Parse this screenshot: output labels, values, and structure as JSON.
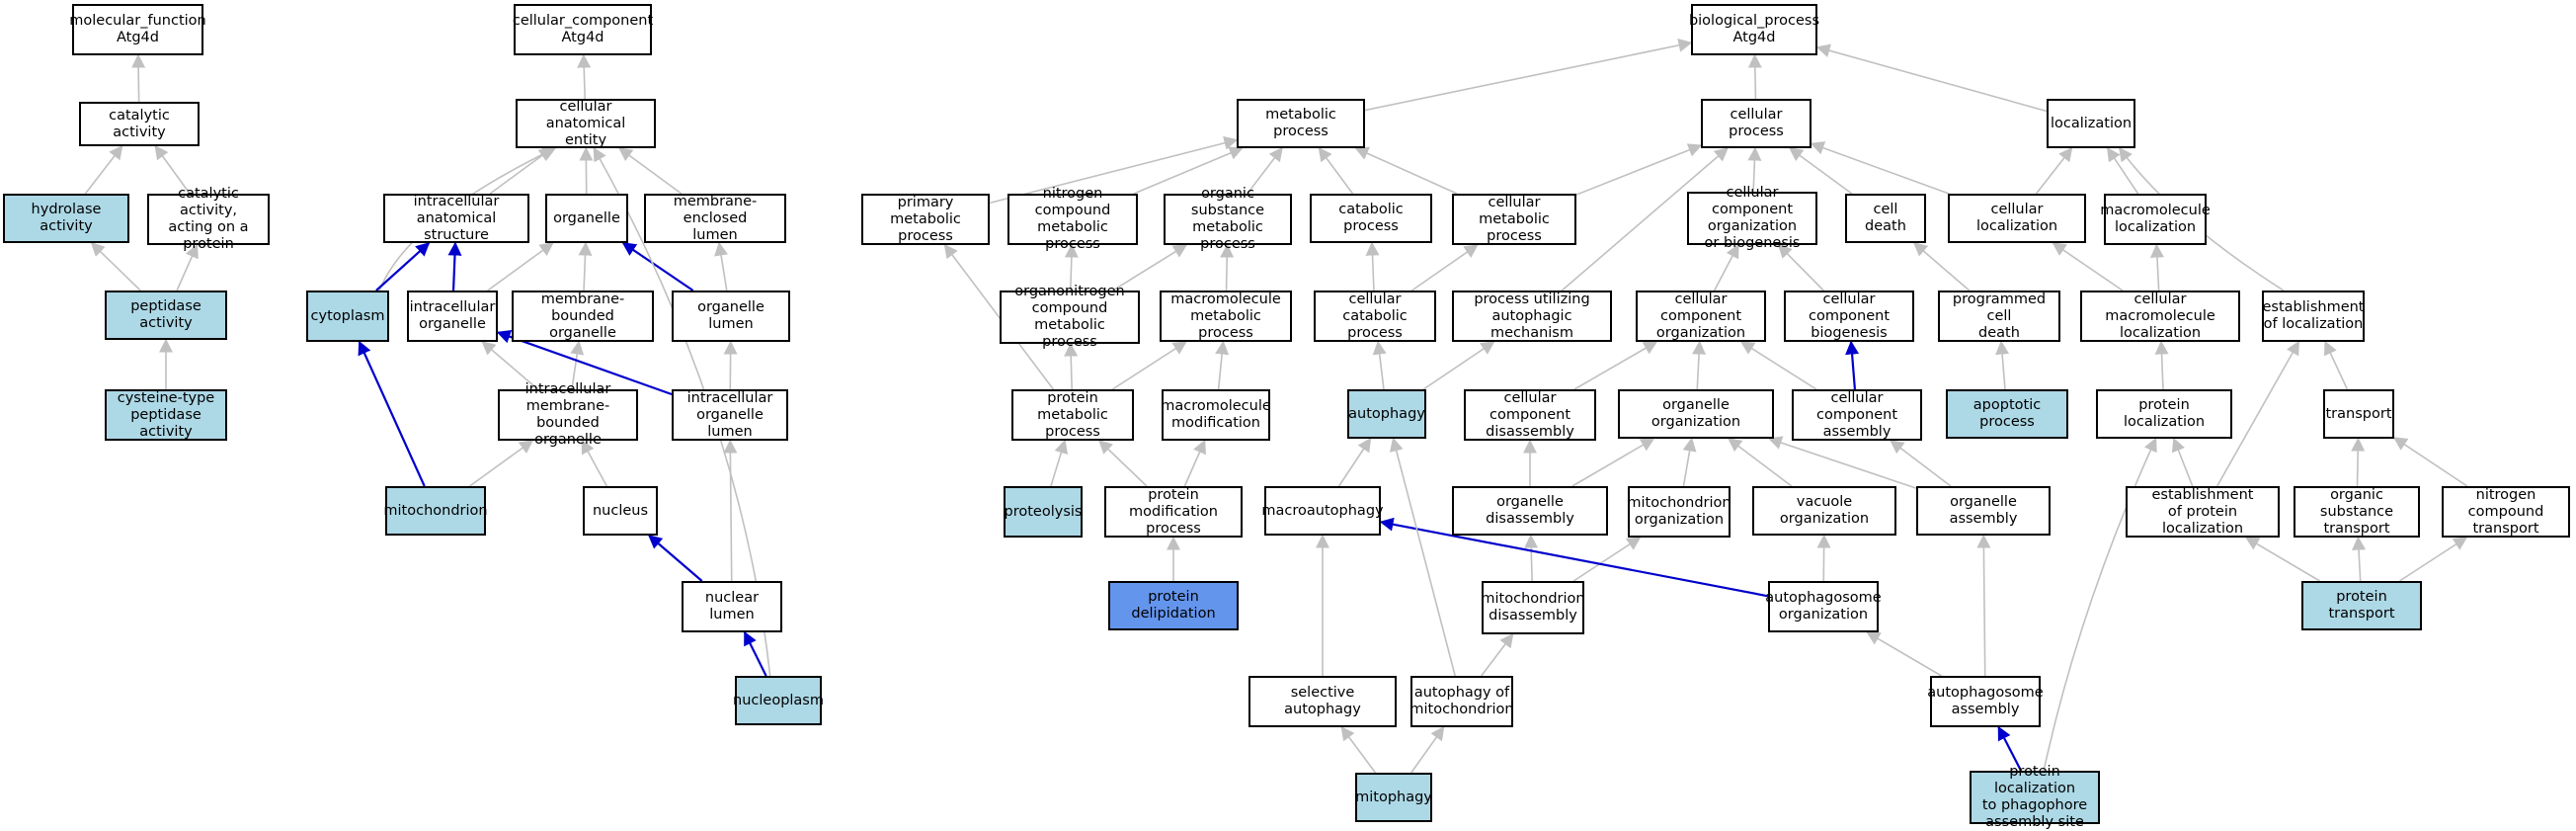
{
  "colors": {
    "edge_default": "#c0c0c0",
    "edge_highlight": "#0000cc",
    "node_plain": "#ffffff",
    "node_annotated": "#add8e6",
    "node_selected": "#6495ed"
  },
  "nodes": {
    "mf_root": "molecular_function\nAtg4d",
    "catalytic": "catalytic activity",
    "hydrolase": "hydrolase activity",
    "cat_protein": "catalytic activity,\nacting on a\nprotein",
    "peptidase": "peptidase activity",
    "cysteine": "cysteine-type\npeptidase activity",
    "cc_root": "cellular_component\nAtg4d",
    "cae": "cellular anatomical\nentity",
    "ias": "intracellular\nanatomical structure",
    "organelle": "organelle",
    "mel": "membrane-enclosed\nlumen",
    "cytoplasm": "cytoplasm",
    "io": "intracellular\norganelle",
    "mbo": "membrane-bounded\norganelle",
    "ol": "organelle lumen",
    "imbo": "intracellular\nmembrane-bounded\norganelle",
    "iol": "intracellular\norganelle lumen",
    "mito": "mitochondrion",
    "nucleus": "nucleus",
    "nlumen": "nuclear lumen",
    "nucleoplasm": "nucleoplasm",
    "bp_root": "biological_process\nAtg4d",
    "metabolic": "metabolic process",
    "cellular": "cellular process",
    "localization": "localization",
    "primary": "primary metabolic\nprocess",
    "nitrogen": "nitrogen compound\nmetabolic process",
    "organic_sub": "organic substance\nmetabolic process",
    "catabolic": "catabolic process",
    "cell_met": "cellular metabolic\nprocess",
    "ccob": "cellular component\norganization\nor biogenesis",
    "cell_death": "cell death",
    "cell_loc": "cellular localization",
    "macro_loc": "macromolecule\nlocalization",
    "orgnitro": "organonitrogen\ncompound metabolic\nprocess",
    "macro_met": "macromolecule\nmetabolic process",
    "cell_cat": "cellular catabolic\nprocess",
    "puam": "process utilizing\nautophagic mechanism",
    "cco": "cellular component\norganization",
    "ccb": "cellular component\nbiogenesis",
    "pcd": "programmed cell\ndeath",
    "cml": "cellular macromolecule\nlocalization",
    "est_loc": "establishment\nof localization",
    "prot_met": "protein metabolic\nprocess",
    "macro_mod": "macromolecule\nmodification",
    "autophagy": "autophagy",
    "ccd": "cellular component\ndisassembly",
    "org_org": "organelle organization",
    "cca": "cellular component\nassembly",
    "apoptotic": "apoptotic process",
    "prot_loc": "protein localization",
    "transport": "transport",
    "proteolysis": "proteolysis",
    "pmp": "protein modification\nprocess",
    "macroautophagy": "macroautophagy",
    "org_dis": "organelle disassembly",
    "mito_org": "mitochondrion\norganization",
    "vac_org": "vacuole organization",
    "org_asm": "organelle assembly",
    "epl": "establishment\nof protein localization",
    "ost": "organic substance\ntransport",
    "nct": "nitrogen compound\ntransport",
    "prot_delip": "protein delipidation",
    "mito_dis": "mitochondrion\ndisassembly",
    "apo_org": "autophagosome\norganization",
    "prot_transport": "protein transport",
    "sel_aut": "selective autophagy",
    "aut_mito": "autophagy of\nmitochondrion",
    "apo_asm": "autophagosome\nassembly",
    "mitophagy": "mitophagy",
    "plps": "protein localization\nto phagophore\nassembly site"
  }
}
